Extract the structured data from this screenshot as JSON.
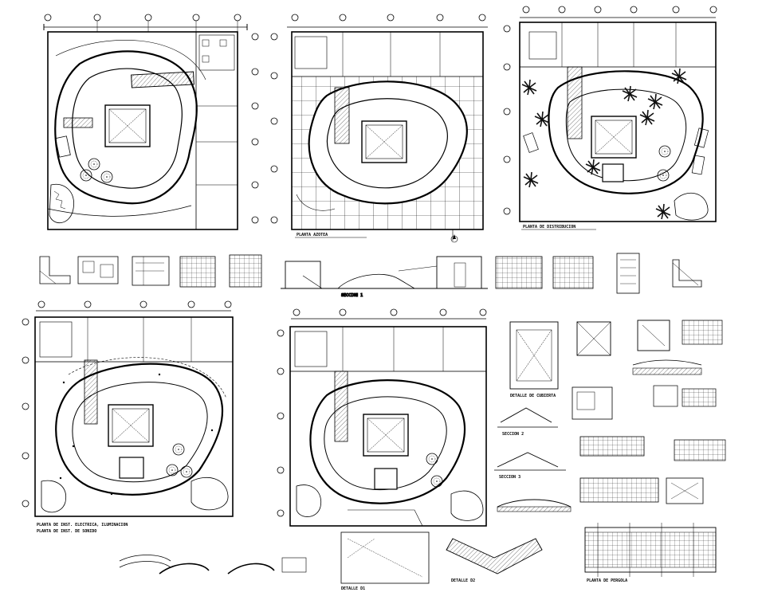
{
  "sheet": {
    "background": "#ffffff",
    "line_color": "#000000",
    "vegetation_color": "#1a1a1a"
  },
  "labels": {
    "plan_roof": "PLANTA AZOTEA",
    "plan_distribution": "PLANTA DE DISTRIBUCION",
    "plan_electrical_1": "PLANTA DE INST. ELECTRICA, ILUMINACION",
    "plan_electrical_2": "PLANTA DE INST. DE SONIDO",
    "section_1": "SECCION 1",
    "section_2": "SECCION 2",
    "section_3": "SECCION 3",
    "bridge_plan": "PLANTA DE PERGOLA",
    "roof_detail": "DETALLE DE CUBIERTA",
    "detail_1": "DETALLE D1",
    "detail_2": "DETALLE D2"
  },
  "icons": {
    "north_arrow": "north-arrow-icon",
    "tree": "tree-symbol-icon",
    "palm": "palm-symbol-icon"
  }
}
